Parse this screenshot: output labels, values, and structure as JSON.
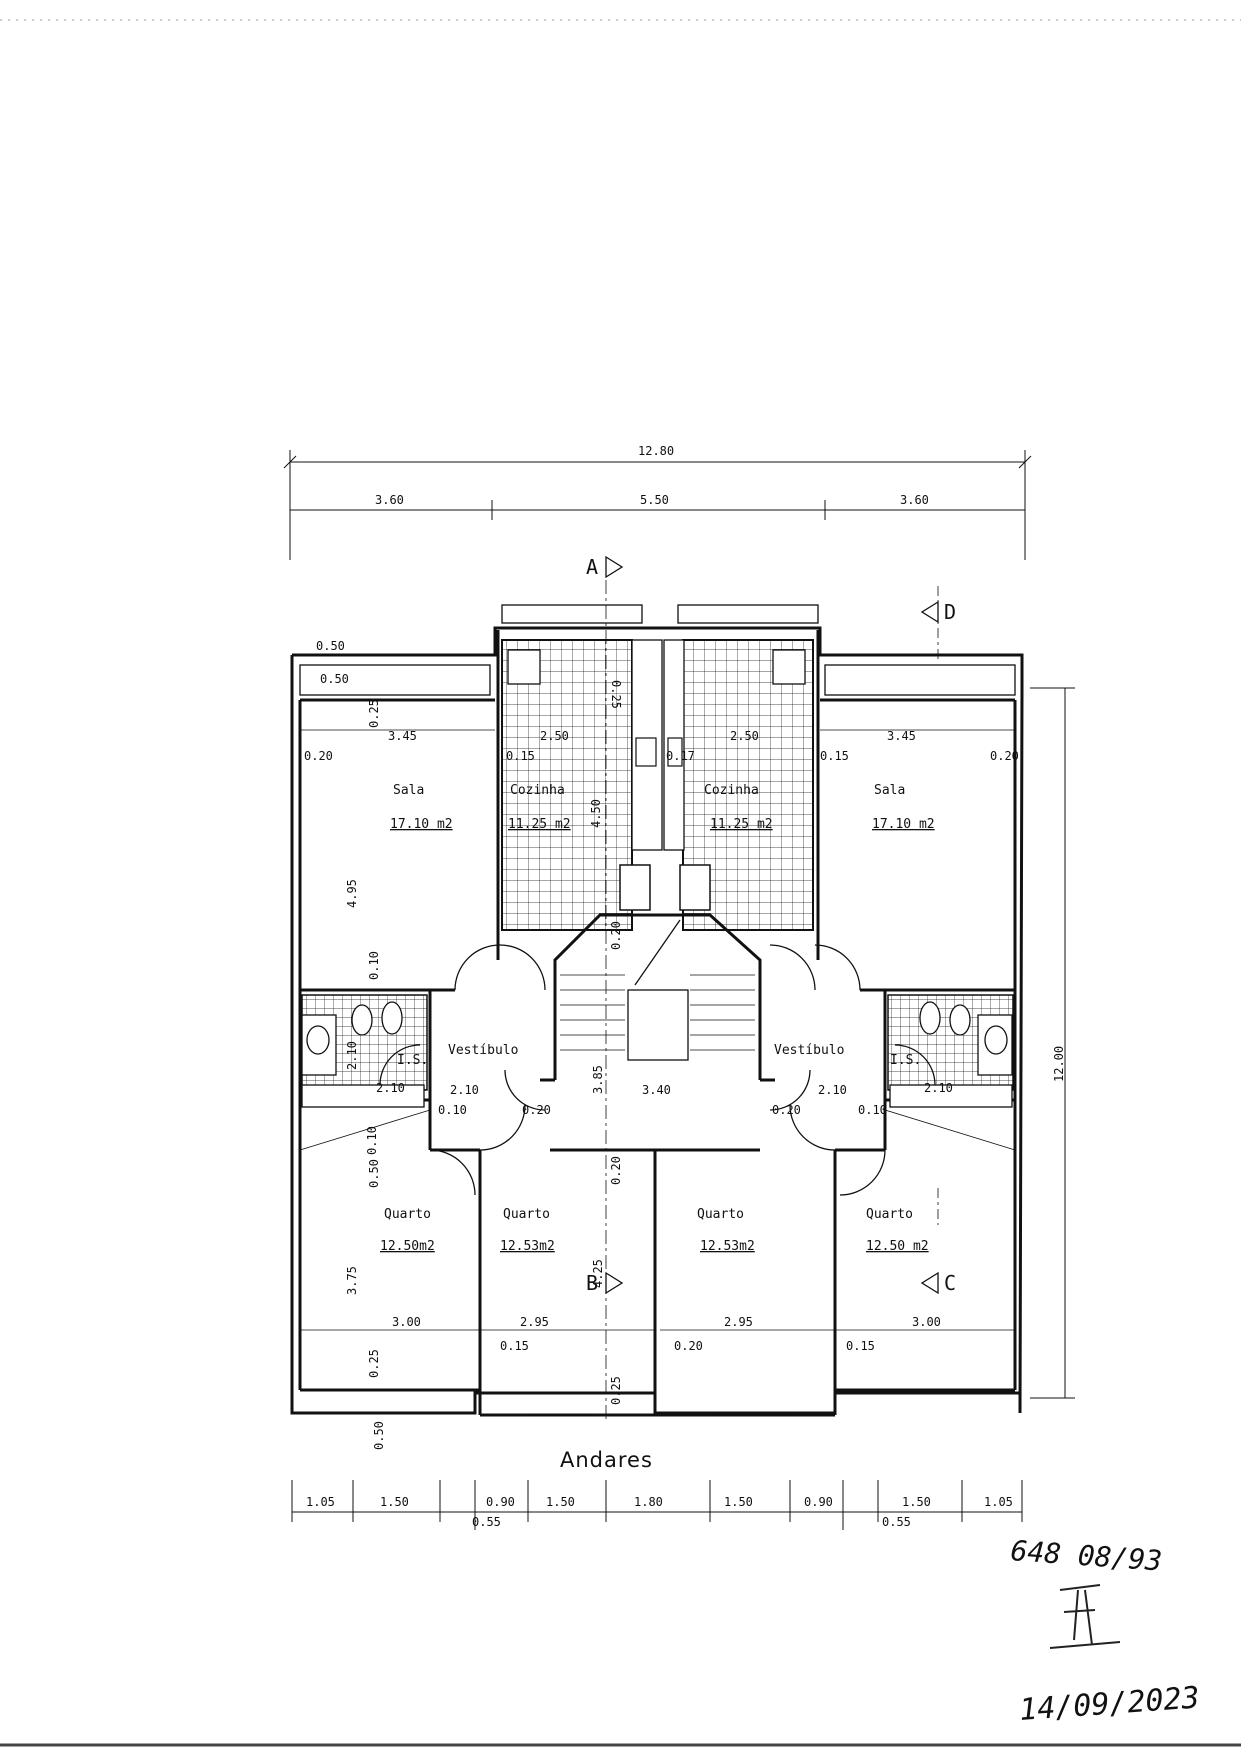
{
  "drawing": {
    "title": "Andares",
    "overall_dims": {
      "total": "12.80",
      "left": "3.60",
      "center": "5.50",
      "right": "3.60",
      "height": "12.00"
    },
    "section_marks": [
      "A",
      "B",
      "C",
      "D"
    ],
    "rooms": {
      "sala_left": {
        "name": "Sala",
        "area": "17.10 m2"
      },
      "sala_right": {
        "name": "Sala",
        "area": "17.10 m2"
      },
      "cozinha_left": {
        "name": "Cozinha",
        "area": "11.25 m2"
      },
      "cozinha_right": {
        "name": "Cozinha",
        "area": "11.25 m2"
      },
      "vestibulo_left": {
        "name": "Vestíbulo"
      },
      "vestibulo_right": {
        "name": "Vestíbulo"
      },
      "is_left": {
        "name": "I.S."
      },
      "is_right": {
        "name": "I.S."
      },
      "quarto_1": {
        "name": "Quarto",
        "area": "12.50m2"
      },
      "quarto_2": {
        "name": "Quarto",
        "area": "12.53m2"
      },
      "quarto_3": {
        "name": "Quarto",
        "area": "12.53m2"
      },
      "quarto_4": {
        "name": "Quarto",
        "area": "12.50 m2"
      }
    },
    "inner_dims": {
      "d050a": "0.50",
      "d050b": "0.50",
      "d025": "0.25",
      "d345l": "3.45",
      "d345r": "3.45",
      "d250l": "2.50",
      "d250r": "2.50",
      "d020l": "0.20",
      "d020r": "0.20",
      "d015l": "0.15",
      "d015r": "0.15",
      "d017": "0.17",
      "d450": "4.50",
      "d025c": "0.25",
      "d495": "4.95",
      "d010l": "0.10",
      "d210a": "2.10",
      "d210b": "2.10",
      "d210c": "2.10",
      "d210d": "2.10",
      "d210e": "2.10",
      "d010a": "0.10",
      "d020c": "0.20",
      "d385": "3.85",
      "d340": "3.40",
      "d020d": "0.20",
      "d010b": "0.10",
      "d020e": "0.20",
      "d020f": "0.20",
      "d010c": "0.10",
      "d050c": "0.50",
      "d375": "3.75",
      "d425": "4.25",
      "d300l": "3.00",
      "d295l": "2.95",
      "d295r": "2.95",
      "d300r": "3.00",
      "d015a": "0.15",
      "d020g": "0.20",
      "d015b": "0.15",
      "d025d": "0.25",
      "d025e": "0.25",
      "d050d": "0.50"
    },
    "bottom_dims": [
      "1.05",
      "1.50",
      "0.90",
      "1.50",
      "1.80",
      "1.50",
      "0.90",
      "1.50",
      "1.05"
    ],
    "bottom_sub": [
      "0.55",
      "0.55"
    ]
  },
  "annotations": {
    "handwritten_ref": "648 08/93",
    "handwritten_date": "14/09/2023"
  }
}
